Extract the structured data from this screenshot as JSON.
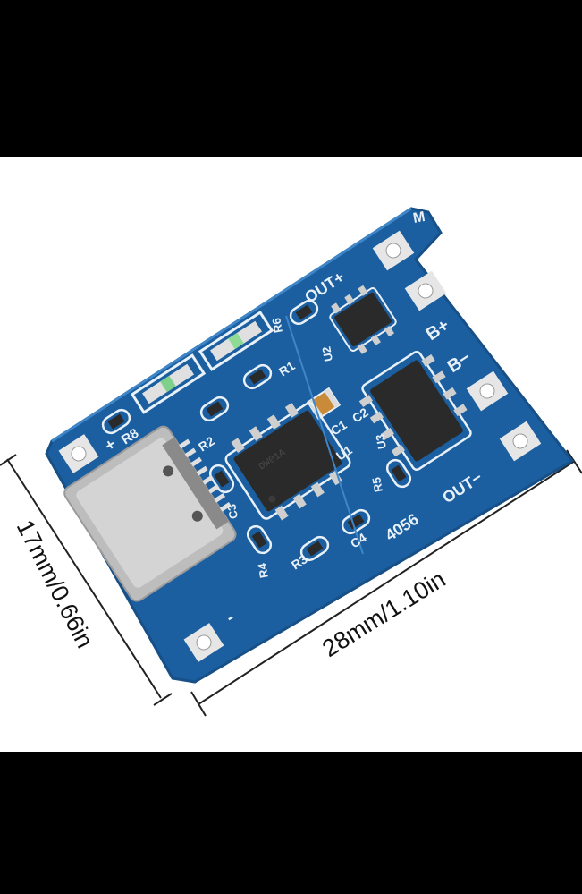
{
  "product": {
    "width_label": "28mm/1.10in",
    "height_label": "17mm/0.66in"
  },
  "board": {
    "silkscreen": {
      "corner_mark": "M",
      "out_plus": "OUT+",
      "b_plus": "B+",
      "b_minus": "B−",
      "out_minus": "OUT−",
      "plus_left": "+",
      "r8": "R8",
      "r6": "R6",
      "r1": "R1",
      "r2": "R2",
      "r3": "R3",
      "r4": "R4",
      "r5": "R5",
      "c1": "C1",
      "c2": "C2",
      "c3": "C3",
      "c4": "C4",
      "u1": "U1",
      "u2": "U2",
      "u3": "U3",
      "minus_left": "-",
      "chip_code": "4056"
    }
  },
  "colors": {
    "pcb": "#1b5fa0",
    "pcb_edge": "#174f87",
    "silk": "#e8f0f8",
    "pad": "#e6e6e6",
    "chip": "#2a2a2a",
    "usb": "#c9c9c9",
    "background": "#ffffff"
  }
}
